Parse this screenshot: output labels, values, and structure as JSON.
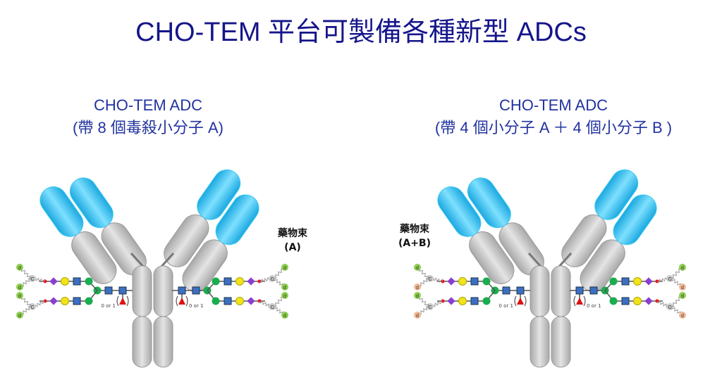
{
  "title": "CHO-TEM 平台可製備各種新型 ADCs",
  "panels": [
    {
      "heading": "CHO-TEM ADC",
      "subheading": "(帶 8 個毒殺小分子 A)",
      "label_line1": "藥物束",
      "label_line2": "(A)",
      "drug_colors": [
        "#8ccf4d",
        "#8ccf4d"
      ]
    },
    {
      "heading": "CHO-TEM ADC",
      "subheading": "(帶 4 個小分子 A ＋ 4 個小分子 B )",
      "label_line1": "藥物束",
      "label_line2": "(A+B)",
      "drug_colors": [
        "#8ccf4d",
        "#f3b896"
      ]
    }
  ],
  "diagram": {
    "drug_label": "d",
    "linker_label": "C",
    "fucose_note": "0 or 1",
    "colors": {
      "fab_tip": "#2cc0ef",
      "chain": "#b4b4b4",
      "glcnac": "#3b6fc4",
      "mannose": "#1aad4f",
      "galactose": "#f2e31a",
      "sialic": "#8a3fd1",
      "fucose": "#dd1111",
      "linker_dot": "#ee1111"
    }
  }
}
